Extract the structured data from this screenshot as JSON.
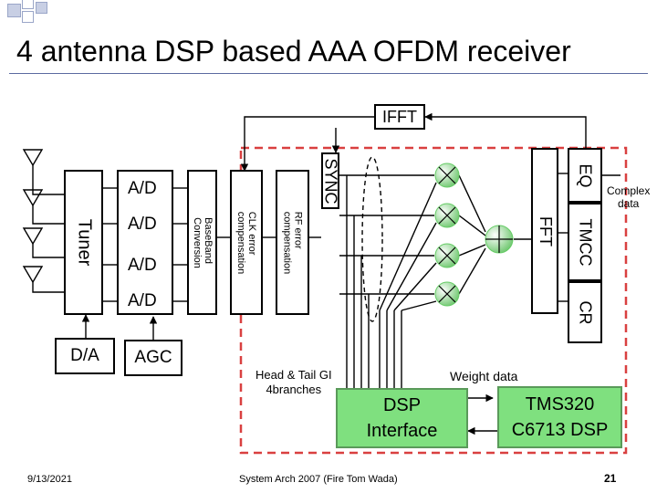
{
  "slide": {
    "title": "4 antenna DSP based AAA OFDM  receiver",
    "footer_date": "9/13/2021",
    "footer_center": "System Arch 2007  (Fire Tom Wada)",
    "page_number": "21"
  },
  "blocks": {
    "ifft": "IFFT",
    "sync": "SYNC",
    "eq": "EQ",
    "fft": "FFT",
    "tmcc": "TMCC",
    "cr": "CR",
    "tuner": "Tuner",
    "ad": [
      "A/D",
      "A/D",
      "A/D",
      "A/D"
    ],
    "baseband": "BaseBand Conversion",
    "clk": "CLK error compensation",
    "rf": "RF error compensation",
    "da": "D/A",
    "agc": "AGC",
    "dsp_interface": [
      "DSP",
      "Interface"
    ],
    "tms": [
      "TMS320",
      "C6713 DSP"
    ]
  },
  "labels": {
    "complex_data": [
      "Complex",
      "data"
    ],
    "head_tail": [
      "Head & Tail GI",
      "4branches"
    ],
    "weight_data": "Weight data"
  },
  "colors": {
    "dsp_fill": "#7fe07f",
    "dashed_region": "#d94040",
    "combiner": "#5cc05c"
  }
}
